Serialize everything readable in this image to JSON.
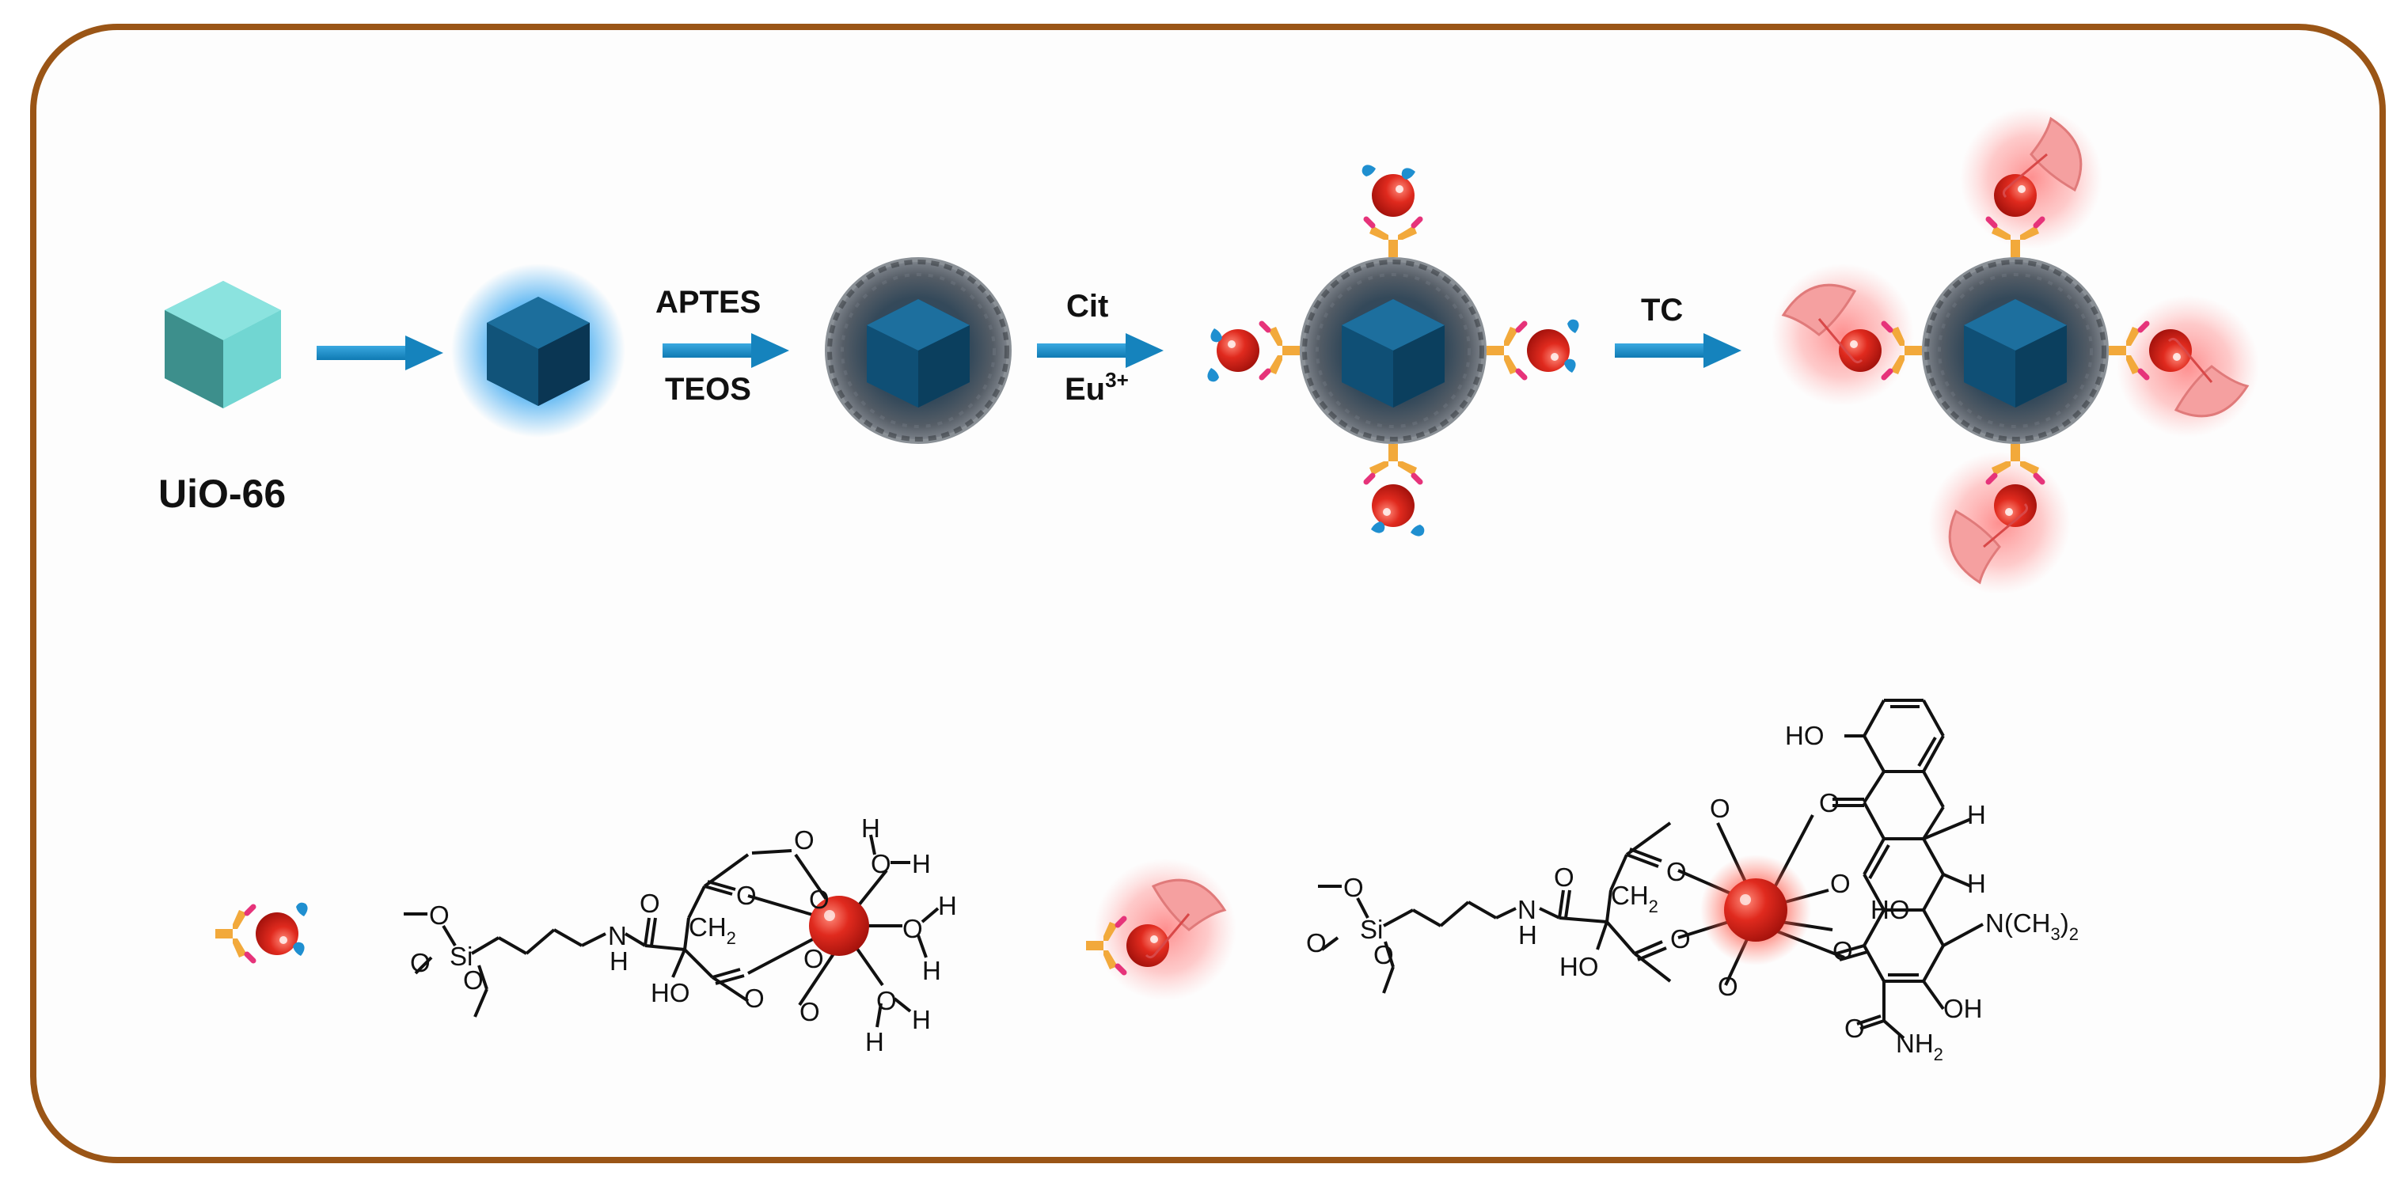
{
  "labels": {
    "uio66": "UiO-66",
    "aptes": "APTES",
    "teos": "TEOS",
    "cit": "Cit",
    "eu": "Eu",
    "eu_sup": "3+",
    "tc": "TC"
  },
  "chem_left": {
    "o": "O",
    "si": "Si",
    "n": "N",
    "h": "H",
    "ho": "HO",
    "ch2": "CH",
    "sub2": "2"
  },
  "chem_right": {
    "o": "O",
    "si": "Si",
    "n": "N",
    "h": "H",
    "ho": "HO",
    "oh": "OH",
    "ch2": "CH",
    "sub2": "2",
    "nme2": "N(CH",
    "nme2_sub3": "3",
    "nme2_close": ")",
    "nh2": "NH",
    "nh2_sub": "2"
  },
  "colors": {
    "frame": "#9a5516",
    "arrow": "#1b8fc8",
    "cube_light": "#6fd3cf",
    "cube_dark": "#0d4e73",
    "eu_red": "#d9261c",
    "linker_orange": "#f2a93b",
    "tc_glow": "#f36b6b"
  }
}
